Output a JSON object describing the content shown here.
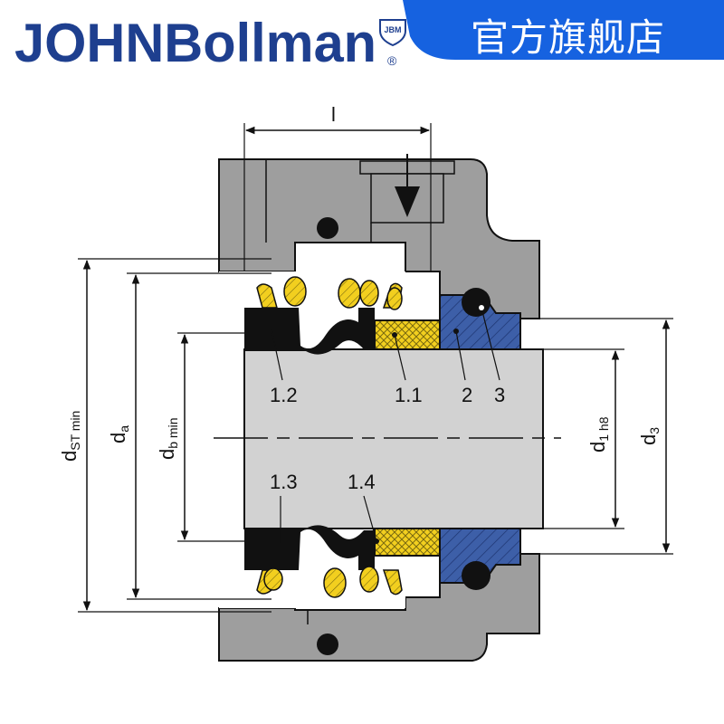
{
  "header": {
    "logo_text": "JOHNBollman",
    "logo_badge": "JBM",
    "registered_mark": "®",
    "banner_text": "官方旗舰店"
  },
  "colors": {
    "logo_blue": "#1e3f8f",
    "banner_blue": "#1662e0",
    "housing_gray": "#9e9e9e",
    "shaft_gray": "#d2d2d2",
    "seat_blue": "#3d5fa8",
    "yellow_part": "#f2cf1f",
    "black_part": "#111111"
  },
  "diagram": {
    "dimension_labels": {
      "length": "l",
      "d_st": "d",
      "d_st_sub": "ST min",
      "d_a": "d",
      "d_a_sub": "a",
      "d_b": "d",
      "d_b_sub": "b min",
      "d_1": "d",
      "d_1_sub": "1 h8",
      "d_3": "d",
      "d_3_sub": "3"
    },
    "part_labels": {
      "p1_2": "1.2",
      "p1_1": "1.1",
      "p2": "2",
      "p3": "3",
      "p1_3": "1.3",
      "p1_4": "1.4"
    }
  }
}
